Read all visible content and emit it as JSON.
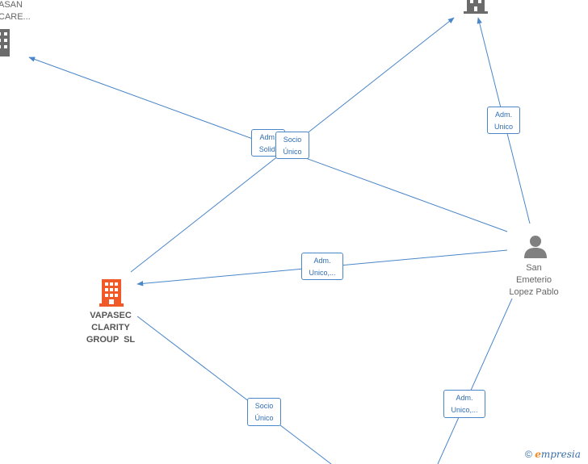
{
  "nodes": {
    "top_left_company": {
      "line1": "ASAN",
      "line2": "CARE..."
    },
    "vapasec": {
      "line1": "VAPASEC",
      "line2": "CLARITY",
      "line3": "GROUP  SL"
    },
    "person": {
      "line1": "San",
      "line2": "Emeterio",
      "line3": "Lopez Pablo"
    }
  },
  "edge_labels": {
    "adm_solid": {
      "l1": "Adm.",
      "l2": "Solid."
    },
    "socio_unico_top": {
      "l1": "Socio",
      "l2": "Único"
    },
    "adm_unico_top_right": {
      "l1": "Adm.",
      "l2": "Unico"
    },
    "adm_unico_vapasec": {
      "l1": "Adm.",
      "l2": "Unico,..."
    },
    "socio_unico_bottom": {
      "l1": "Socio",
      "l2": "Único"
    },
    "adm_unico_bottom": {
      "l1": "Adm.",
      "l2": "Unico,..."
    }
  },
  "colors": {
    "edge": "#4a86c8",
    "company_icon": "#6b6b6b",
    "highlight_company_icon": "#f05a28",
    "person_icon": "#808080"
  },
  "brand": {
    "symbol": "©",
    "e": "e",
    "rest": "mpresia"
  }
}
